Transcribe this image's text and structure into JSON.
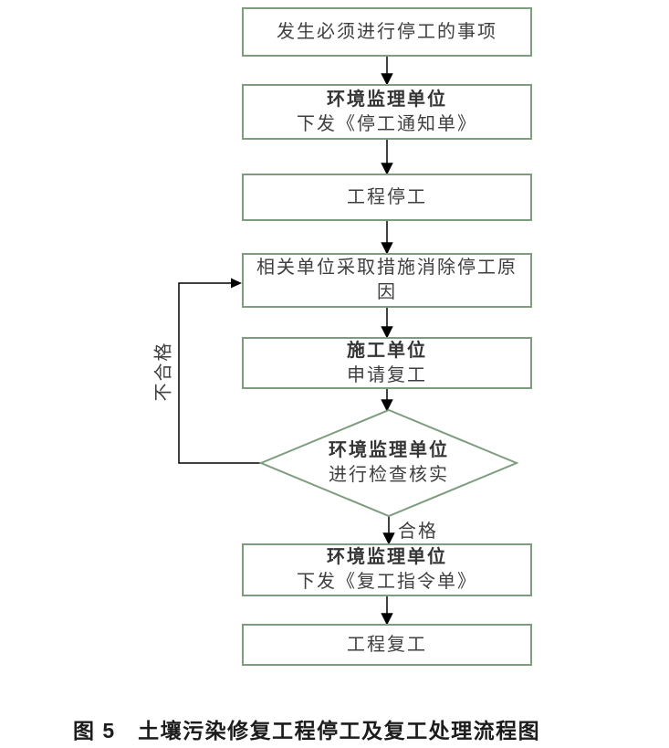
{
  "figure": {
    "caption": "图 5　土壤污染修复工程停工及复工处理流程图"
  },
  "colors": {
    "box_border": "#7e9d7e",
    "connector_line": "#000000",
    "box_text": "#3f3f3f",
    "caption_text": "#1c1c1c",
    "background": "#ffffff"
  },
  "flowchart": {
    "nodes": [
      {
        "id": "stop-event",
        "shape": "rect",
        "text": "发生必须进行停工的事项"
      },
      {
        "id": "issue-stop-notice",
        "shape": "rect",
        "title": "环境监理单位",
        "text": "下发《停工通知单》"
      },
      {
        "id": "project-stop",
        "shape": "rect",
        "text": "工程停工"
      },
      {
        "id": "eliminate-cause",
        "shape": "rect",
        "text": "相关单位采取措施消除停工原因"
      },
      {
        "id": "apply-resume",
        "shape": "rect",
        "title": "施工单位",
        "text": "申请复工"
      },
      {
        "id": "inspect-decision",
        "shape": "diamond",
        "title": "环境监理单位",
        "text": "进行检查核实"
      },
      {
        "id": "issue-resume-order",
        "shape": "rect",
        "title": "环境监理单位",
        "text": "下发《复工指令单》"
      },
      {
        "id": "project-resume",
        "shape": "rect",
        "text": "工程复工"
      }
    ],
    "edge_labels": {
      "pass": "合格",
      "fail": "不合格"
    }
  }
}
